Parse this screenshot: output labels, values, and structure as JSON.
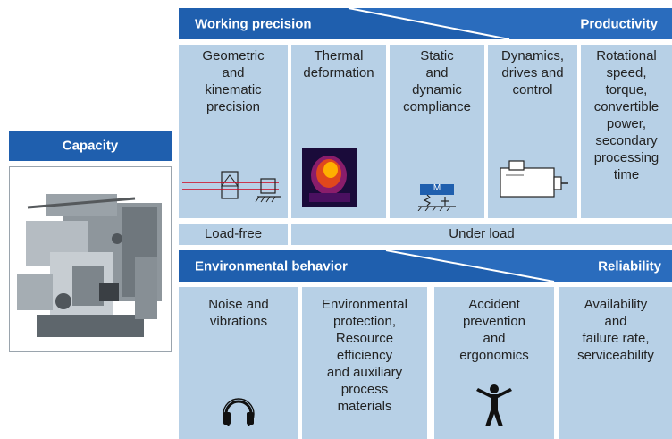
{
  "capacity": {
    "title": "Capacity"
  },
  "top_header": {
    "left": "Working precision",
    "right": "Productivity"
  },
  "top_cells": [
    {
      "label": "Geometric\nand\nkinematic\nprecision",
      "icon": "laser-optics-icon"
    },
    {
      "label": "Thermal\ndeformation",
      "icon": "thermal-image-icon"
    },
    {
      "label": "Static\nand\ndynamic\ncompliance",
      "icon": "spring-mass-icon",
      "icon_text": "M"
    },
    {
      "label": "Dynamics,\ndrives and\ncontrol",
      "icon": "servo-motor-icon"
    },
    {
      "label": "Rotational\nspeed,\ntorque,\nconvertible\npower,\nsecondary\nprocessing\ntime",
      "icon": ""
    }
  ],
  "load_bar": {
    "left": "Load-free",
    "right": "Under load"
  },
  "bottom_header": {
    "left": "Environmental behavior",
    "right": "Reliability"
  },
  "bottom_cells": [
    {
      "label": "Noise and\nvibrations",
      "icon": "headphones-icon"
    },
    {
      "label": "Environmental\nprotection,\nResource\nefficiency\nand auxiliary\nprocess\nmaterials",
      "icon": ""
    },
    {
      "label": "Accident\nprevention\nand\nergonomics",
      "icon": "person-figure-icon"
    },
    {
      "label": "Availability\nand\nfailure rate,\nserviceability",
      "icon": ""
    }
  ],
  "colors": {
    "header_blue": "#1f5fae",
    "cell_blue": "#b7d0e6",
    "text": "#222222"
  }
}
